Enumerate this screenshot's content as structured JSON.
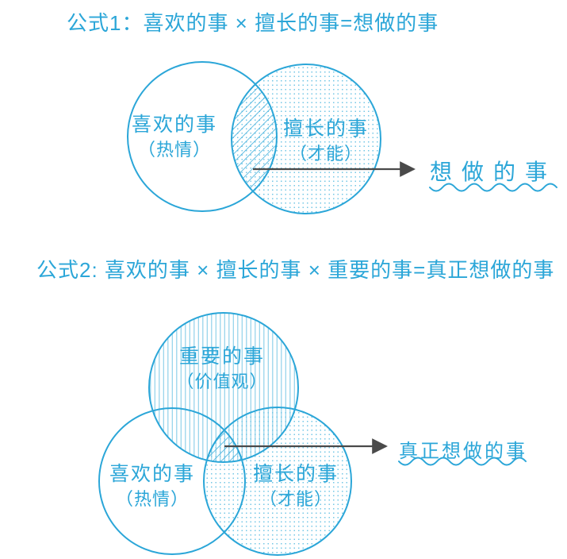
{
  "colors": {
    "accent": "#2BA6D8",
    "dots_pattern": "#74C7E6",
    "stripes_pattern": "#90D1EA",
    "hatch_pattern": "#3EAEDB",
    "arrow": "#4A4A4A",
    "background": "#FFFFFF"
  },
  "formula1": {
    "title": "公式1：喜欢的事 × 擅长的事=想做的事",
    "circles": [
      {
        "label": "喜欢的事",
        "sublabel": "（热情）"
      },
      {
        "label": "擅长的事",
        "sublabel": "（才能）"
      }
    ],
    "result": "想做的事"
  },
  "formula2": {
    "title": "公式2: 喜欢的事 × 擅长的事 × 重要的事=真正想做的事",
    "circles": [
      {
        "label": "重要的事",
        "sublabel": "（价值观）"
      },
      {
        "label": "喜欢的事",
        "sublabel": "（热情）"
      },
      {
        "label": "擅长的事",
        "sublabel": "（才能）"
      }
    ],
    "result": "真正想做的事"
  }
}
